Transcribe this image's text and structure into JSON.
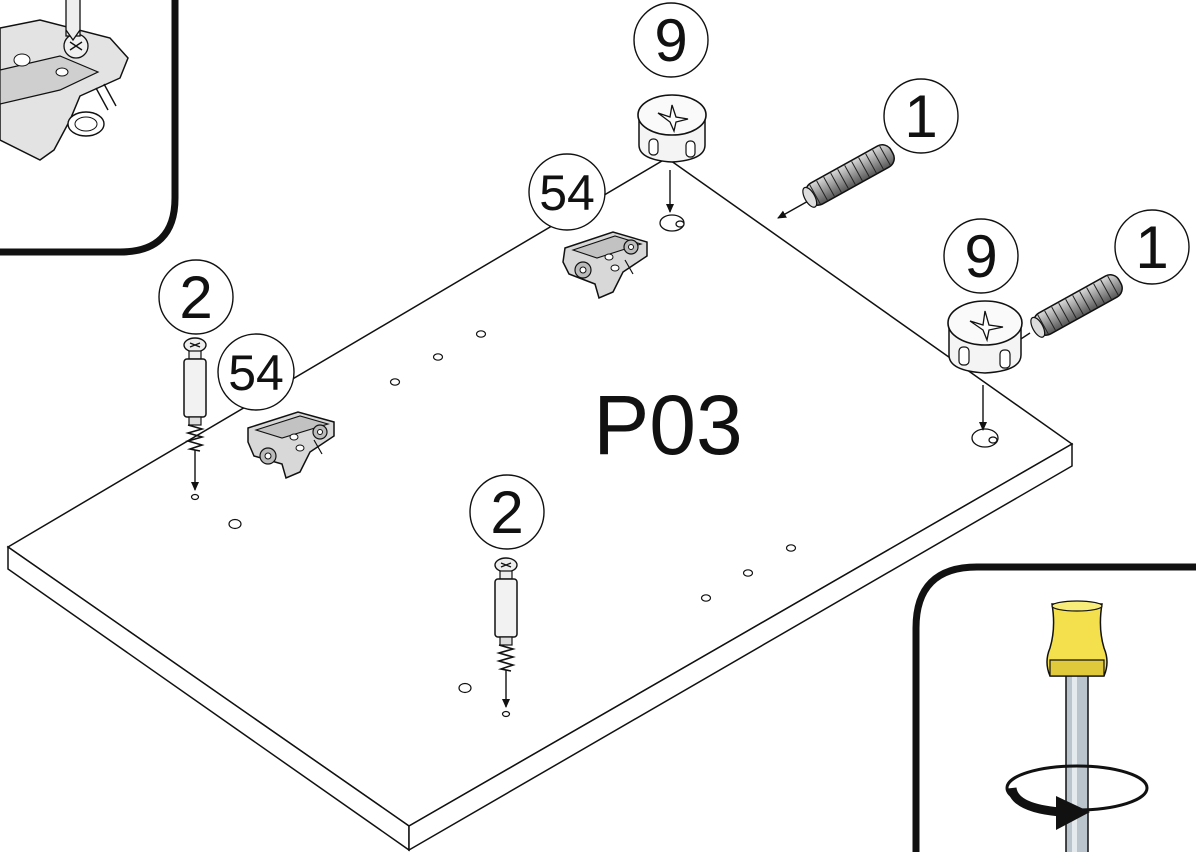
{
  "panel": {
    "label": "P03"
  },
  "callouts": [
    {
      "id": "dowel-a",
      "text": "1"
    },
    {
      "id": "dowel-b",
      "text": "1"
    },
    {
      "id": "camlock-a",
      "text": "9"
    },
    {
      "id": "camlock-b",
      "text": "9"
    },
    {
      "id": "hinge-plate-a",
      "text": "54"
    },
    {
      "id": "hinge-plate-b",
      "text": "54"
    },
    {
      "id": "cam-bolt-a",
      "text": "2"
    },
    {
      "id": "cam-bolt-b",
      "text": "2"
    }
  ],
  "colors": {
    "line": "#111111",
    "metal_light": "#e6e6e6",
    "metal_mid": "#b8b8b8",
    "handle_yellow": "#f4e04d",
    "shaft": "#b9c4cc"
  },
  "icons": [
    "screwdriver-icon",
    "rotation-arrow-icon",
    "hinge-plate-icon",
    "cam-lock-icon",
    "dowel-icon",
    "cam-bolt-icon"
  ]
}
